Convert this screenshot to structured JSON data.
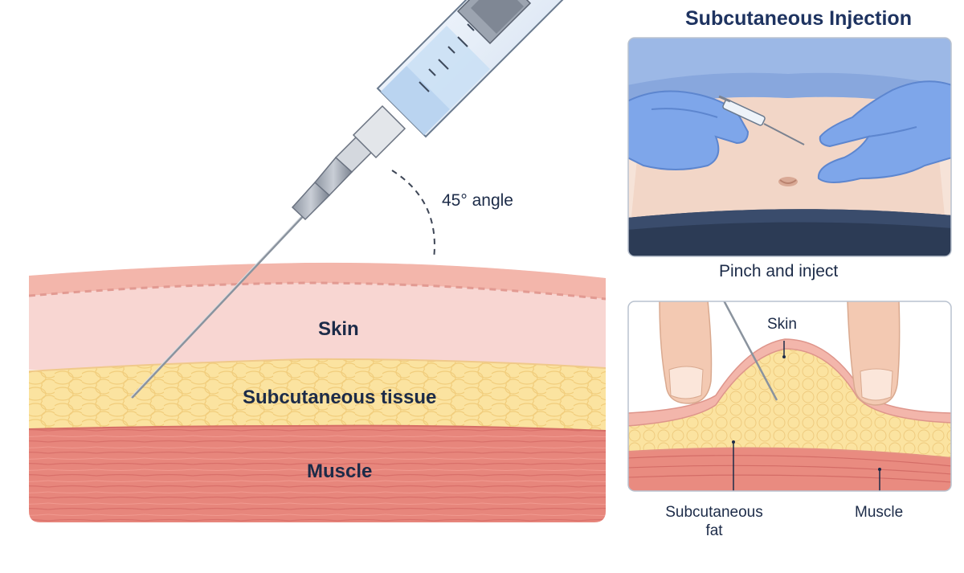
{
  "title": "Subcutaneous Injection",
  "main_panel": {
    "angle_label": "45° angle",
    "layers": {
      "skin": "Skin",
      "subcutaneous": "Subcutaneous tissue",
      "muscle": "Muscle"
    }
  },
  "photo_panel": {
    "caption": "Pinch and inject"
  },
  "pinch_panel": {
    "labels": {
      "skin": "Skin",
      "fat": "Subcutaneous fat",
      "fat_line1": "Subcutaneous",
      "fat_line2": "fat",
      "muscle": "Muscle"
    }
  },
  "colors": {
    "skin": "#f7d3d0",
    "skin_top": "#f4b7ad",
    "fat": "#fbe29c",
    "muscle": "#e98a7f",
    "glove": "#7fa6e8",
    "text": "#1c2b48"
  }
}
